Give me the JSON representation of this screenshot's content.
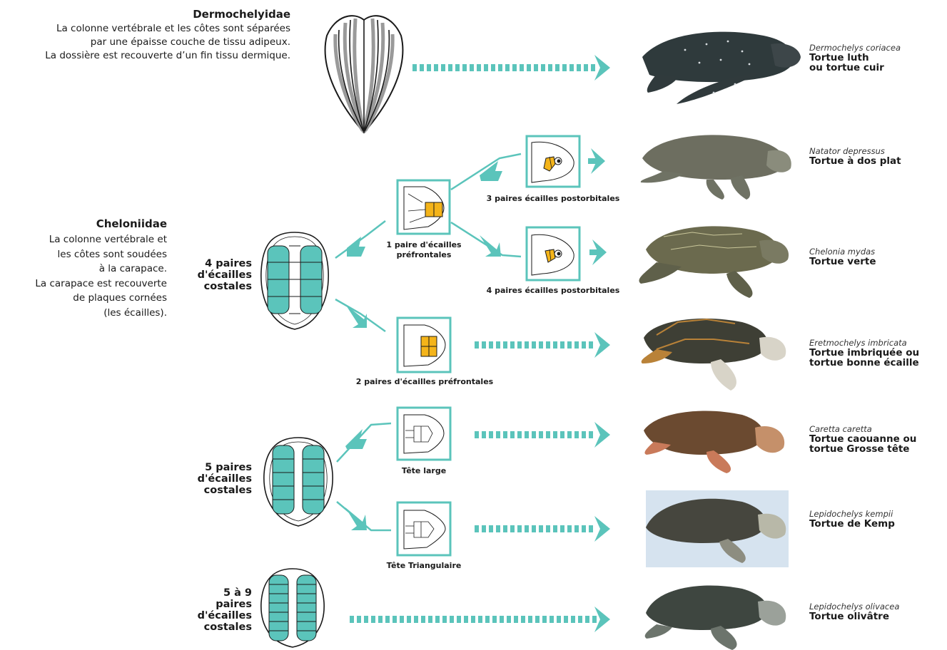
{
  "colors": {
    "accent": "#5bc4bb",
    "accent_dark": "#4fb4ab",
    "scale_yellow": "#f4b41a"
  },
  "families": {
    "dermochelyidae": {
      "title": "Dermochelyidae",
      "lines": [
        "La colonne vertébrale et les côtes sont séparées",
        "par une épaisse couche de tissu adipeux.",
        "La dossière est recouverte d’un fin tissu dermique."
      ]
    },
    "cheloniidae": {
      "title": "Cheloniidae",
      "lines": [
        "La colonne vertébrale et",
        "les côtes sont soudées",
        "à la carapace.",
        "La carapace est recouverte",
        "de plaques cornées",
        "(les écailles)."
      ]
    }
  },
  "costal_groups": [
    {
      "lines": [
        "4 paires",
        "d'écailles",
        "costales"
      ]
    },
    {
      "lines": [
        "5 paires",
        "d'écailles",
        "costales"
      ]
    },
    {
      "lines": [
        "5 à 9",
        "paires",
        "d'écailles",
        "costales"
      ]
    }
  ],
  "branch_labels": {
    "one_prefrontal": [
      "1 paire d'écailles",
      "préfrontales"
    ],
    "two_prefrontal": "2 paires d'écailles préfrontales",
    "three_postorbital": "3 paires écailles postorbitales",
    "four_postorbital": "4 paires écailles postorbitales",
    "wide_head": "Tête large",
    "triangular_head": "Tête Triangulaire"
  },
  "species": [
    {
      "scientific": "Dermochelys coriacea",
      "common": [
        "Tortue luth",
        "ou tortue cuir"
      ]
    },
    {
      "scientific": "Natator depressus",
      "common": [
        "Tortue à dos plat"
      ]
    },
    {
      "scientific": "Chelonia mydas",
      "common": [
        "Tortue verte"
      ]
    },
    {
      "scientific": "Eretmochelys imbricata",
      "common": [
        "Tortue imbriquée ou",
        "tortue bonne écaille"
      ]
    },
    {
      "scientific": "Caretta caretta",
      "common": [
        "Tortue caouanne ou",
        "tortue Grosse tête"
      ]
    },
    {
      "scientific": "Lepidochelys kempii",
      "common": [
        "Tortue de Kemp"
      ]
    },
    {
      "scientific": "Lepidochelys olivacea",
      "common": [
        "Tortue olivâtre"
      ]
    }
  ]
}
